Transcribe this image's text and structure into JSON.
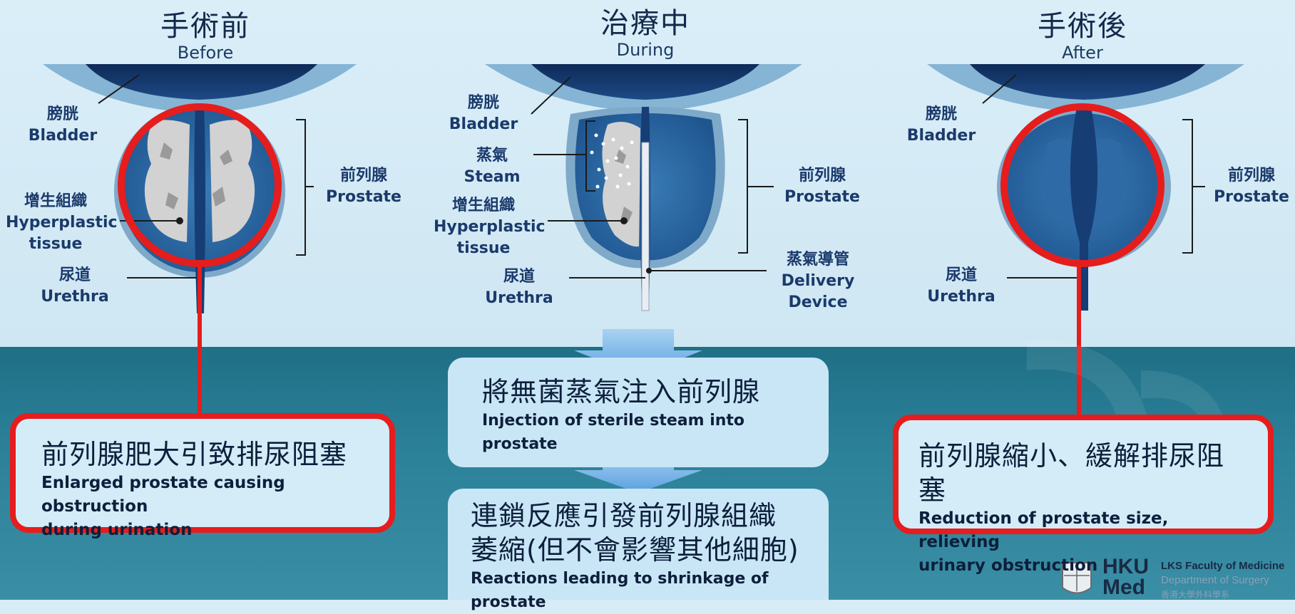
{
  "stages": {
    "before": {
      "zh": "手術前",
      "en": "Before"
    },
    "during": {
      "zh": "治療中",
      "en": "During"
    },
    "after": {
      "zh": "手術後",
      "en": "After"
    }
  },
  "labels": {
    "bladder_zh": "膀胱",
    "bladder_en": "Bladder",
    "prostate_zh": "前列腺",
    "prostate_en": "Prostate",
    "hyper_zh": "增生組織",
    "hyper_en1": "Hyperplastic",
    "hyper_en2": "tissue",
    "urethra_zh": "尿道",
    "urethra_en": "Urethra",
    "steam_zh": "蒸氣",
    "steam_en": "Steam",
    "device_zh": "蒸氣導管",
    "device_en1": "Delivery",
    "device_en2": "Device"
  },
  "boxes": {
    "before": {
      "zh": "前列腺肥大引致排尿阻塞",
      "en1": "Enlarged prostate causing obstruction",
      "en2": "during urination"
    },
    "inject": {
      "zh": "將無菌蒸氣注入前列腺",
      "en": "Injection of sterile steam into prostate"
    },
    "shrink": {
      "zh1": "連鎖反應引發前列腺組織",
      "zh2": "萎縮(但不會影響其他細胞)",
      "en": "Reactions leading to shrinkage of prostate"
    },
    "after": {
      "zh": "前列腺縮小、緩解排尿阻塞",
      "en1": "Reduction of prostate size, relieving",
      "en2": "urinary obstruction"
    }
  },
  "logo": {
    "mark1": "HKU",
    "mark2": "Med",
    "line1": "LKS Faculty of Medicine",
    "line2": "Department of Surgery",
    "line3": "香港大學外科學系"
  },
  "colors": {
    "highlight": "#e51d1d",
    "text": "#1b3a6b",
    "bladder": "#1a3a6b",
    "tissue": "#cfcfcf"
  }
}
